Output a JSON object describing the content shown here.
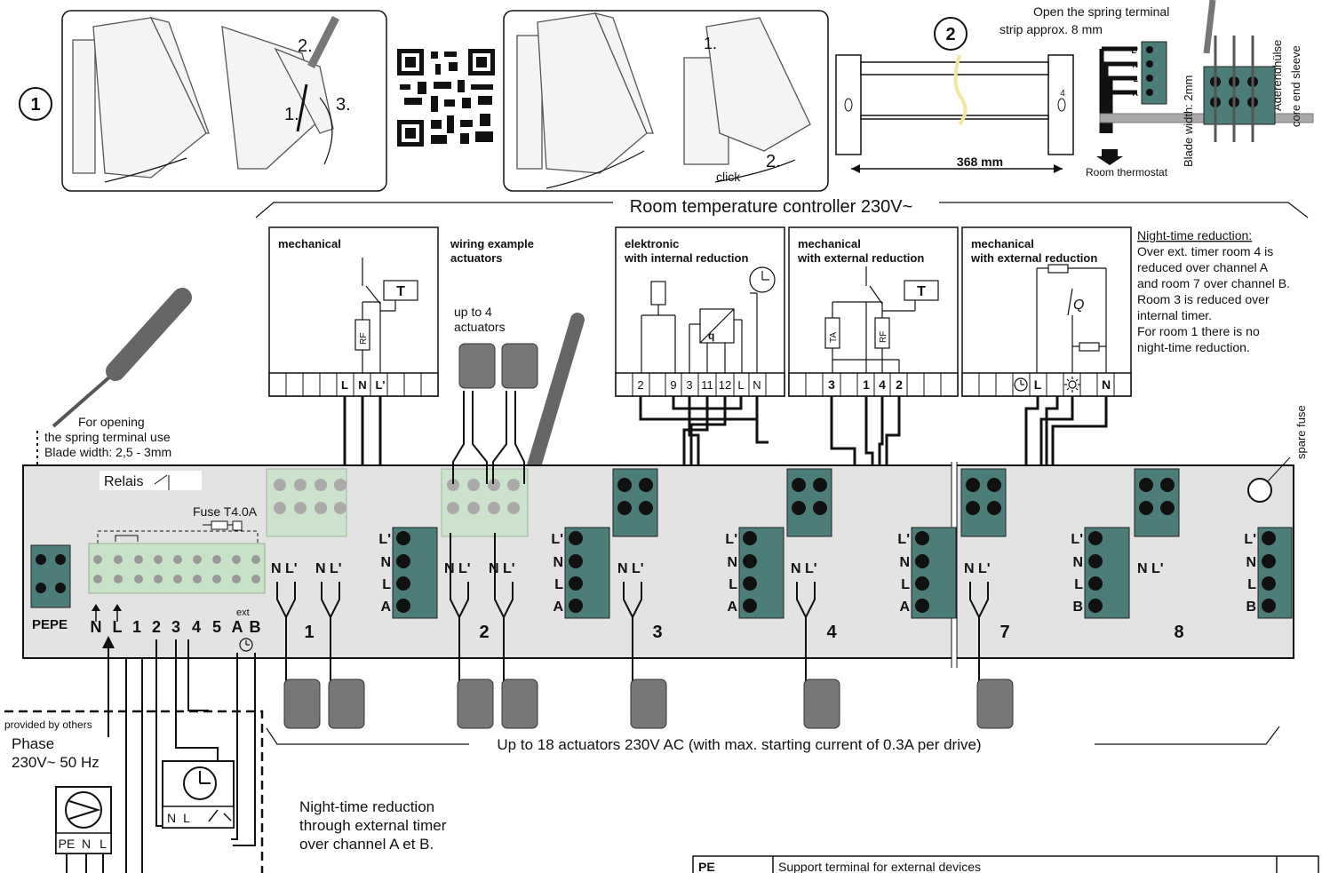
{
  "title": "Room temperature controller 230V~",
  "steps": {
    "one": "1",
    "two": "2"
  },
  "mount": {
    "s1": "1.",
    "s2": "2.",
    "s3": "3.",
    "click": "click",
    "s4": "1.",
    "s5": "2."
  },
  "install": {
    "open_terminal": "Open the spring terminal",
    "strip": "strip approx. 8 mm",
    "dimension": "368 mm",
    "dim_small": "4",
    "blade": "Blade width: 2mm",
    "sleeve_de": "Aderendhülse",
    "sleeve_en": "core end sleeve",
    "room_thermostat": "Room thermostat",
    "small_labels": [
      "L'",
      "N",
      "L",
      "A"
    ]
  },
  "controllers": [
    {
      "title": "mechanical",
      "sub": "",
      "terminals": [
        "L",
        "N",
        "L'"
      ],
      "parts": [
        "T",
        "RF"
      ]
    },
    {
      "title": "elektronic",
      "sub": "with internal reduction",
      "terminals": [
        "2",
        "9",
        "3",
        "11",
        "12",
        "L",
        "N"
      ],
      "parts": [
        "q"
      ]
    },
    {
      "title": "mechanical",
      "sub": "with external reduction",
      "terminals": [
        "3",
        "1",
        "4",
        "2"
      ],
      "parts": [
        "T",
        "TA",
        "RF"
      ]
    },
    {
      "title": "mechanical",
      "sub": "with external reduction",
      "terminals": [
        "L",
        "N"
      ],
      "parts": [
        "Q"
      ]
    }
  ],
  "wiring_example": {
    "title": "wiring example",
    "sub": "actuators",
    "upto": "up to 4",
    "upto2": "actuators"
  },
  "night_note": {
    "heading": "Night-time reduction:",
    "lines": [
      "Over ext. timer room 4 is",
      "reduced over channel A",
      "and room 7 over channel B.",
      "Room 3 is reduced over",
      "internal timer.",
      "For room 1 there is no",
      "night-time reduction."
    ]
  },
  "board": {
    "opening": "For opening",
    "opening2": "the spring terminal use",
    "blade": "Blade width: 2,5 - 3mm",
    "relais": "Relais",
    "fuse": "Fuse T4.0A",
    "pe": "PEPE",
    "power_labels": [
      "N",
      "L",
      "1",
      "2",
      "3",
      "4",
      "5",
      "A",
      "B"
    ],
    "ext": "ext",
    "spare_fuse": "spare fuse",
    "zones": [
      "1",
      "2",
      "3",
      "4",
      "7",
      "8"
    ],
    "channel_labels": [
      "L'",
      "N",
      "L",
      "A"
    ],
    "channel_labels_b": [
      "L'",
      "N",
      "L",
      "B"
    ],
    "actuator_label": "N  L'"
  },
  "bottom": {
    "actuators_note": "Up to 18 actuators 230V AC (with max. starting current of 0.3A per drive)",
    "provided": "provided by others",
    "phase": "Phase",
    "phase2": "230V~ 50 Hz",
    "pump_labels": [
      "PE",
      "N",
      "L"
    ],
    "timer_labels": [
      "N",
      "L"
    ],
    "night_ext": "Night-time reduction",
    "night_ext2": "through external timer",
    "night_ext3": "over channel A et B."
  },
  "legend": [
    {
      "key": "PE",
      "text": "Support terminal for external devices"
    }
  ]
}
